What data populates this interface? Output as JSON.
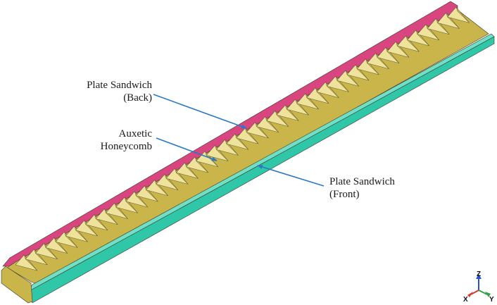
{
  "labels": {
    "back_line1": "Plate Sandwich",
    "back_line2": "(Back)",
    "core_line1": "Auxetic",
    "core_line2": "Honeycomb",
    "front_line1": "Plate Sandwich",
    "front_line2": "(Front)"
  },
  "axes": {
    "z": "Z",
    "x": "X",
    "y": "Y"
  },
  "colors": {
    "back_plate": "#d8457f",
    "core": "#c9b54a",
    "core_light": "#efe39c",
    "core_dark": "#8f7f2c",
    "front_plate": "#2fc7a8",
    "front_plate_top": "#6fe0c7",
    "arrow": "#2b78c4",
    "axis_z": "#2b4fd6",
    "axis_x": "#d83a2c",
    "axis_y": "#2fa34a"
  },
  "model": {
    "cell_count": 44
  }
}
